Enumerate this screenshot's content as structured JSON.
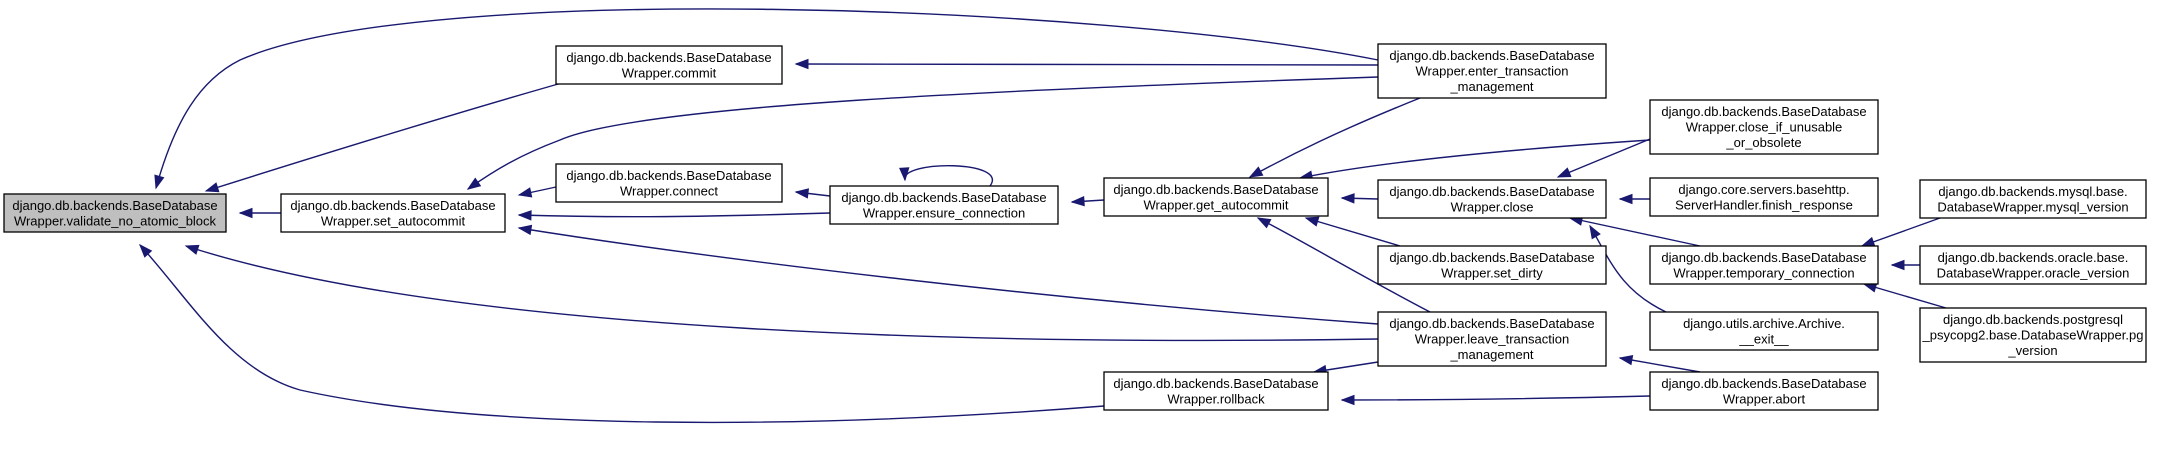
{
  "graph": {
    "nodes": [
      {
        "id": "validate_no_atomic_block",
        "root": true,
        "lines": [
          "django.db.backends.BaseDatabase",
          "Wrapper.validate_no_atomic_block"
        ]
      },
      {
        "id": "commit",
        "lines": [
          "django.db.backends.BaseDatabase",
          "Wrapper.commit"
        ]
      },
      {
        "id": "set_autocommit",
        "lines": [
          "django.db.backends.BaseDatabase",
          "Wrapper.set_autocommit"
        ]
      },
      {
        "id": "connect",
        "lines": [
          "django.db.backends.BaseDatabase",
          "Wrapper.connect"
        ]
      },
      {
        "id": "ensure_connection",
        "lines": [
          "django.db.backends.BaseDatabase",
          "Wrapper.ensure_connection"
        ]
      },
      {
        "id": "get_autocommit",
        "lines": [
          "django.db.backends.BaseDatabase",
          "Wrapper.get_autocommit"
        ]
      },
      {
        "id": "rollback",
        "lines": [
          "django.db.backends.BaseDatabase",
          "Wrapper.rollback"
        ]
      },
      {
        "id": "enter_transaction_management",
        "lines": [
          "django.db.backends.BaseDatabase",
          "Wrapper.enter_transaction",
          "_management"
        ]
      },
      {
        "id": "close",
        "lines": [
          "django.db.backends.BaseDatabase",
          "Wrapper.close"
        ]
      },
      {
        "id": "set_dirty",
        "lines": [
          "django.db.backends.BaseDatabase",
          "Wrapper.set_dirty"
        ]
      },
      {
        "id": "leave_transaction_management",
        "lines": [
          "django.db.backends.BaseDatabase",
          "Wrapper.leave_transaction",
          "_management"
        ]
      },
      {
        "id": "close_if_unusable_or_obsolete",
        "lines": [
          "django.db.backends.BaseDatabase",
          "Wrapper.close_if_unusable",
          "_or_obsolete"
        ]
      },
      {
        "id": "finish_response",
        "lines": [
          "django.core.servers.basehttp.",
          "ServerHandler.finish_response"
        ]
      },
      {
        "id": "temporary_connection",
        "lines": [
          "django.db.backends.BaseDatabase",
          "Wrapper.temporary_connection"
        ]
      },
      {
        "id": "archive_exit",
        "lines": [
          "django.utils.archive.Archive.",
          "__exit__"
        ]
      },
      {
        "id": "abort",
        "lines": [
          "django.db.backends.BaseDatabase",
          "Wrapper.abort"
        ]
      },
      {
        "id": "mysql_version",
        "lines": [
          "django.db.backends.mysql.base.",
          "DatabaseWrapper.mysql_version"
        ]
      },
      {
        "id": "oracle_version",
        "lines": [
          "django.db.backends.oracle.base.",
          "DatabaseWrapper.oracle_version"
        ]
      },
      {
        "id": "pg_version",
        "lines": [
          "django.db.backends.postgresql",
          "_psycopg2.base.DatabaseWrapper.pg",
          "_version"
        ]
      }
    ],
    "edges": [
      {
        "from": "commit",
        "to": "validate_no_atomic_block"
      },
      {
        "from": "set_autocommit",
        "to": "validate_no_atomic_block"
      },
      {
        "from": "enter_transaction_management",
        "to": "validate_no_atomic_block"
      },
      {
        "from": "leave_transaction_management",
        "to": "validate_no_atomic_block"
      },
      {
        "from": "rollback",
        "to": "validate_no_atomic_block"
      },
      {
        "from": "enter_transaction_management",
        "to": "commit"
      },
      {
        "from": "connect",
        "to": "set_autocommit"
      },
      {
        "from": "ensure_connection",
        "to": "set_autocommit"
      },
      {
        "from": "enter_transaction_management",
        "to": "set_autocommit"
      },
      {
        "from": "leave_transaction_management",
        "to": "set_autocommit"
      },
      {
        "from": "ensure_connection",
        "to": "connect"
      },
      {
        "from": "ensure_connection",
        "to": "ensure_connection"
      },
      {
        "from": "get_autocommit",
        "to": "ensure_connection"
      },
      {
        "from": "enter_transaction_management",
        "to": "get_autocommit"
      },
      {
        "from": "close_if_unusable_or_obsolete",
        "to": "get_autocommit"
      },
      {
        "from": "close",
        "to": "get_autocommit"
      },
      {
        "from": "set_dirty",
        "to": "get_autocommit"
      },
      {
        "from": "leave_transaction_management",
        "to": "get_autocommit"
      },
      {
        "from": "leave_transaction_management",
        "to": "rollback"
      },
      {
        "from": "abort",
        "to": "rollback"
      },
      {
        "from": "close_if_unusable_or_obsolete",
        "to": "close"
      },
      {
        "from": "finish_response",
        "to": "close"
      },
      {
        "from": "temporary_connection",
        "to": "close"
      },
      {
        "from": "archive_exit",
        "to": "close"
      },
      {
        "from": "abort",
        "to": "leave_transaction_management"
      },
      {
        "from": "mysql_version",
        "to": "temporary_connection"
      },
      {
        "from": "oracle_version",
        "to": "temporary_connection"
      },
      {
        "from": "pg_version",
        "to": "temporary_connection"
      }
    ],
    "colors": {
      "edge": "#191970",
      "node_border": "#000000",
      "root_fill": "#bfbfbf",
      "node_fill": "#ffffff"
    }
  }
}
